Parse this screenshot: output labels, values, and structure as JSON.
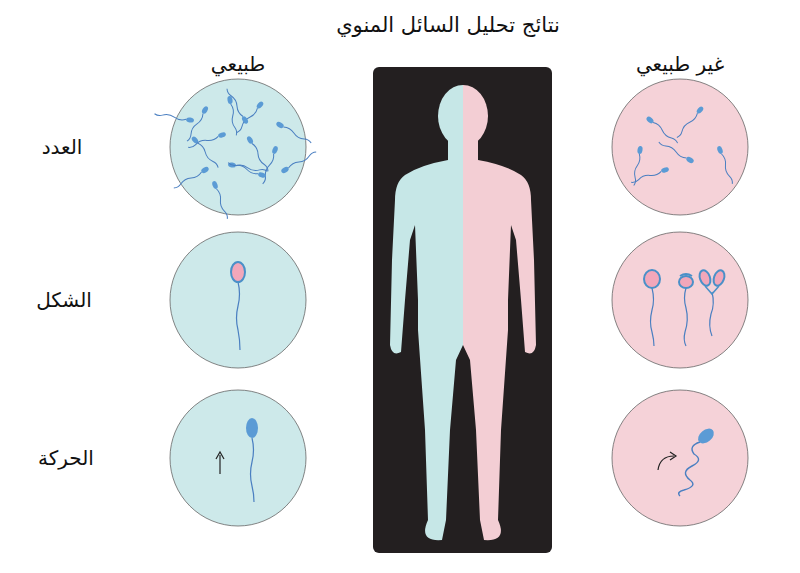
{
  "diagram": {
    "title": "نتائج تحليل السائل المنوي",
    "labels": [
      "طبيعي",
      "غير طبيعي",
      "العدد",
      "الشكل",
      "الحركة"
    ]
  }
}
